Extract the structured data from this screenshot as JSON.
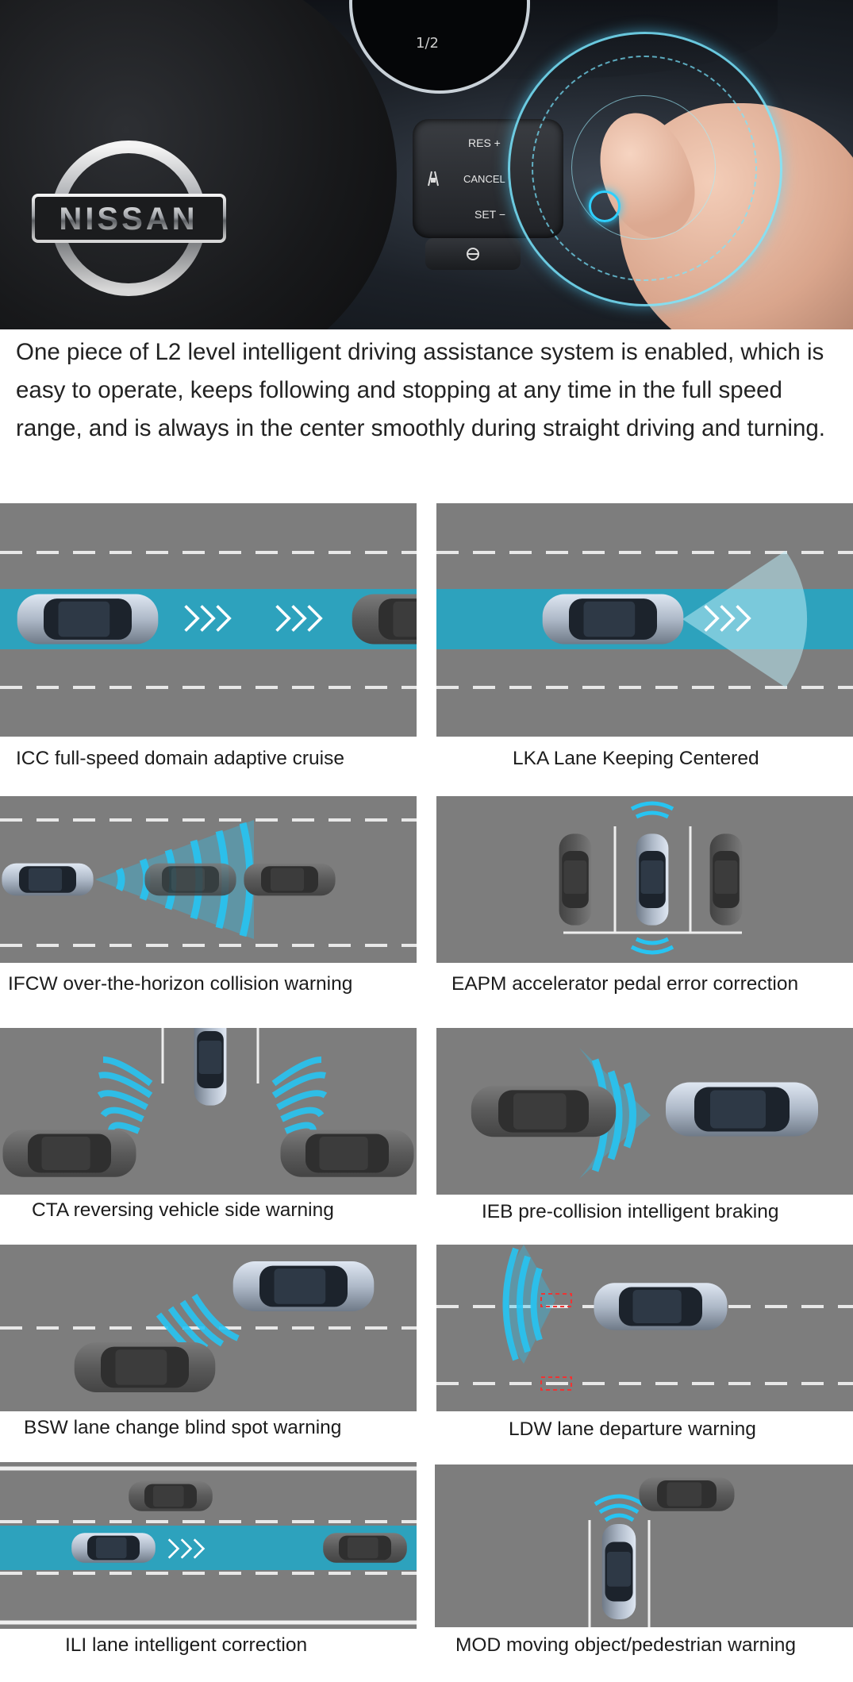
{
  "hero": {
    "brand_logo_text": "NISSAN",
    "controls": {
      "res_label": "RES +",
      "cancel_label": "CANCEL",
      "set_label": "SET −"
    },
    "gauge_label": "1/2"
  },
  "intro": {
    "text": "One piece of L2 level intelligent driving assistance system is enabled, which is easy to operate, keeps following and stopping at any time in the full speed range, and is always in the center smoothly during straight driving and turning."
  },
  "features": [
    {
      "caption": "ICC full-speed domain adaptive cruise"
    },
    {
      "caption": "LKA Lane Keeping Centered"
    },
    {
      "caption": "IFCW over-the-horizon collision warning"
    },
    {
      "caption": "EAPM accelerator pedal error correction"
    },
    {
      "caption": "CTA reversing vehicle side warning"
    },
    {
      "caption": "IEB pre-collision intelligent braking"
    },
    {
      "caption": "BSW lane change blind spot warning"
    },
    {
      "caption": "LDW lane departure warning"
    },
    {
      "caption": "ILI lane intelligent correction"
    },
    {
      "caption": "MOD moving object/pedestrian warning"
    }
  ],
  "colors": {
    "road": "#7f7f7f",
    "lane_highlight": "#1ea8c8",
    "sensor_wave": "#27c4f2",
    "hud_glow": "#2ed0ff"
  }
}
